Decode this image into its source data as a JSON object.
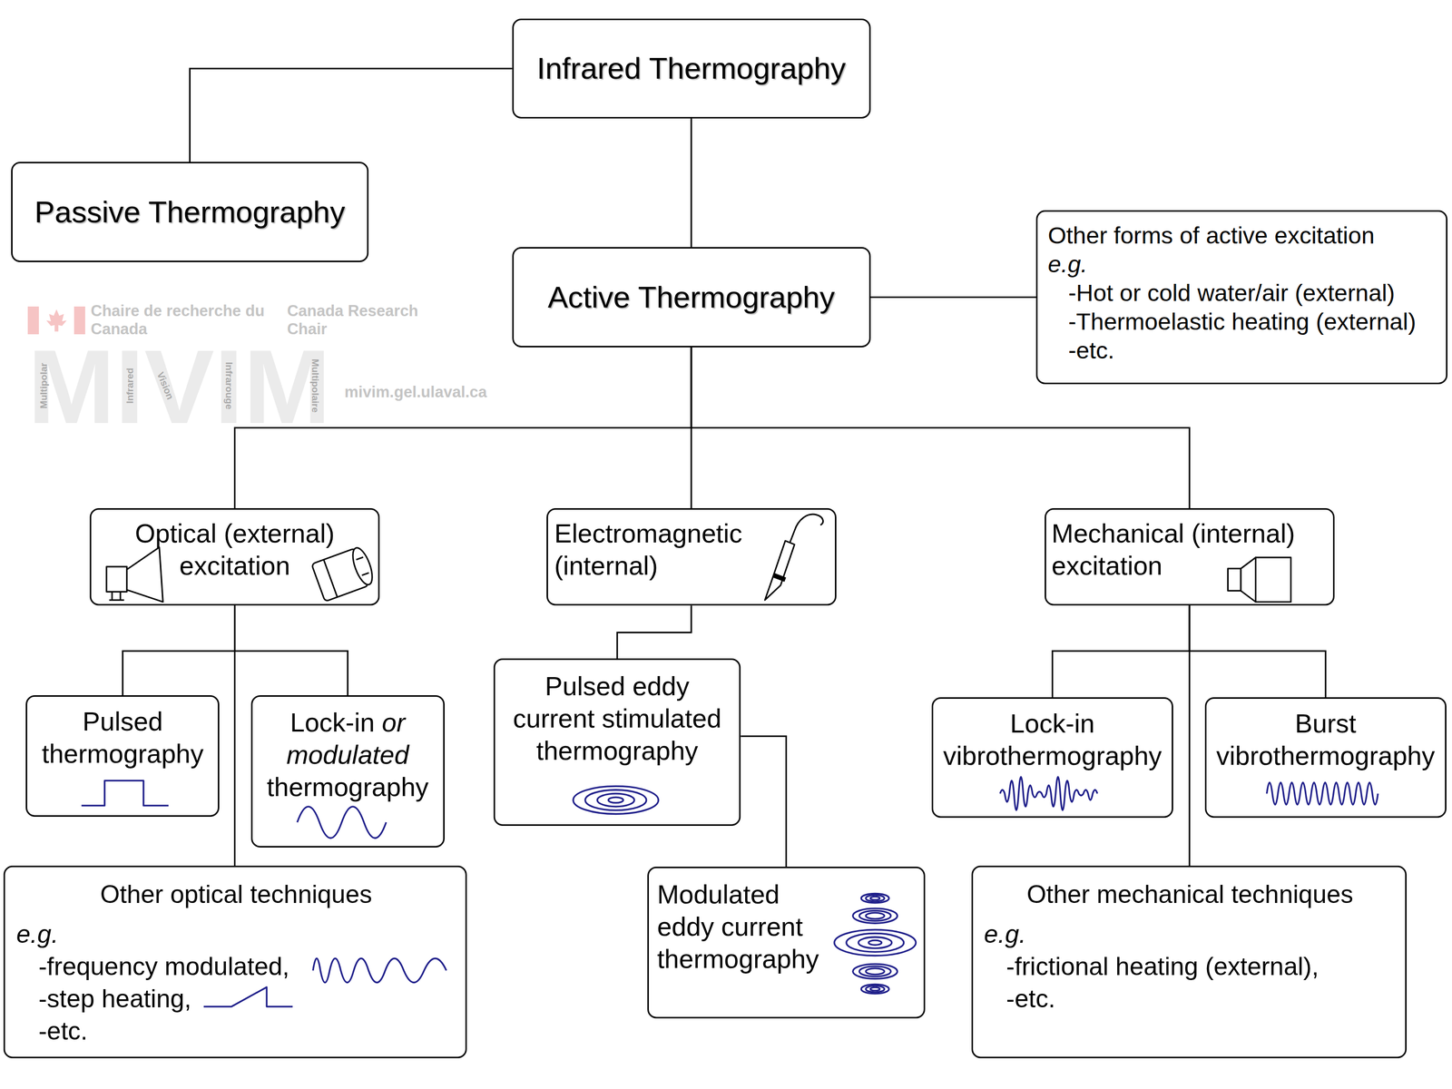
{
  "diagram": {
    "nodes": [
      {
        "text": [
          "Infrared Thermography"
        ]
      },
      {
        "text": [
          "Passive Thermography"
        ]
      },
      {
        "text": [
          "Active Thermography"
        ]
      },
      {
        "text": [
          "Other forms of active excitation",
          "e.g.",
          "-Hot or cold water/air (external)",
          "-Thermoelastic heating (external)",
          "-etc."
        ]
      },
      {
        "text": [
          "Optical (external) excitation"
        ]
      },
      {
        "text": [
          "Electromagnetic (internal)"
        ]
      },
      {
        "text": [
          "Mechanical (internal) excitation"
        ]
      },
      {
        "text": [
          "Pulsed thermography"
        ]
      },
      {
        "text": [
          "Lock-in or modulated thermography"
        ]
      },
      {
        "text": [
          "Other optical techniques",
          "e.g.",
          "-frequency modulated,",
          "-step heating,",
          "-etc."
        ]
      },
      {
        "text": [
          "Pulsed eddy current stimulated thermography"
        ]
      },
      {
        "text": [
          "Modulated eddy current thermography"
        ]
      },
      {
        "text": [
          "Lock-in vibrothermography"
        ]
      },
      {
        "text": [
          "Burst vibrothermography"
        ]
      },
      {
        "text": [
          "Other mechanical techniques",
          "e.g.",
          "-frictional heating (external),",
          "-etc."
        ]
      }
    ],
    "edges": [
      {
        "from": 0,
        "to": 1,
        "arrow": "none"
      },
      {
        "from": 0,
        "to": 2,
        "arrow": "none"
      },
      {
        "from": 2,
        "to": 3,
        "arrow": "none"
      },
      {
        "from": 2,
        "to": 4,
        "arrow": "none"
      },
      {
        "from": 2,
        "to": 5,
        "arrow": "none"
      },
      {
        "from": 2,
        "to": 6,
        "arrow": "none"
      },
      {
        "from": 4,
        "to": 7,
        "arrow": "none"
      },
      {
        "from": 4,
        "to": 8,
        "arrow": "none"
      },
      {
        "from": 4,
        "to": 9,
        "arrow": "none"
      },
      {
        "from": 5,
        "to": 10,
        "arrow": "none"
      },
      {
        "from": 10,
        "to": 11,
        "arrow": "none"
      },
      {
        "from": 6,
        "to": 12,
        "arrow": "none"
      },
      {
        "from": 6,
        "to": 13,
        "arrow": "none"
      },
      {
        "from": 6,
        "to": 14,
        "arrow": "none"
      }
    ],
    "labels": [
      "Chaire de recherche du Canada",
      "Canada Research Chair",
      "MIVIM",
      "Multipolar",
      "Infrared",
      "Vision",
      "Infrarouge",
      "Multipolaire",
      "mivim.gel.ulaval.ca"
    ]
  }
}
